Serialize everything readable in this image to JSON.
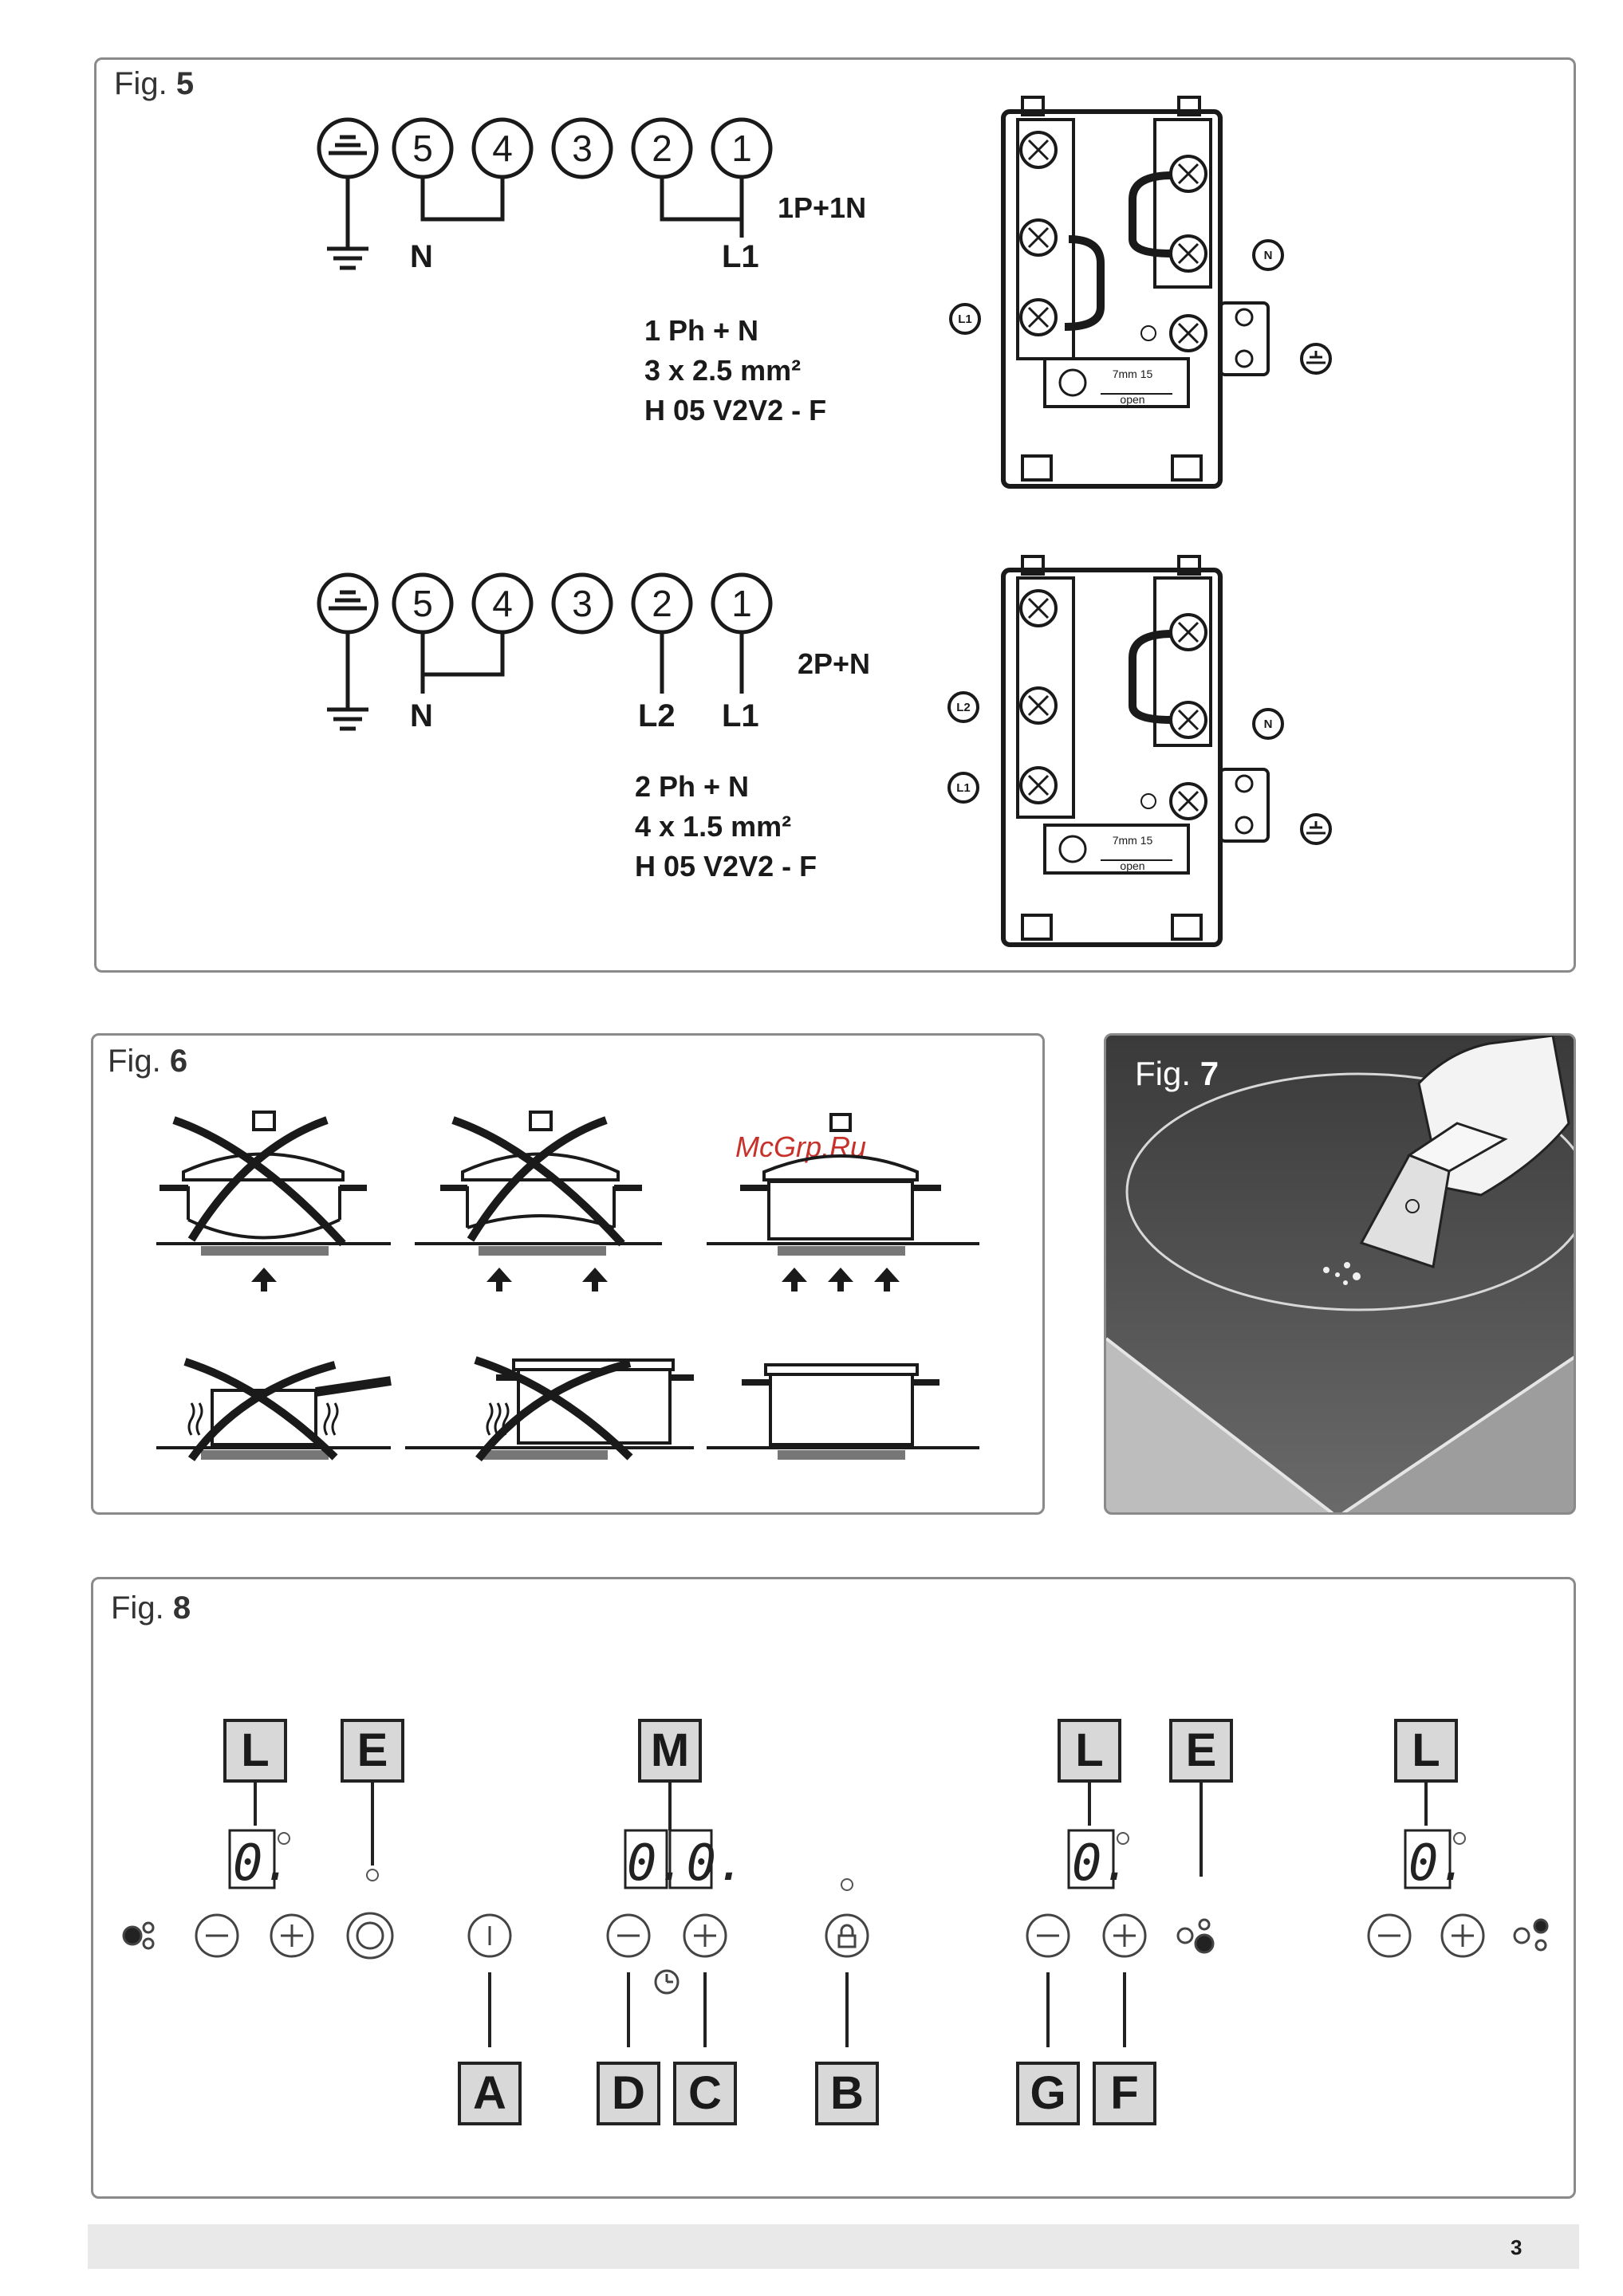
{
  "fig5": {
    "label": "Fig.",
    "number": "5",
    "wiring1": {
      "terminals": [
        "5",
        "4",
        "3",
        "2",
        "1"
      ],
      "bottom_labels": [
        "N",
        "L1"
      ],
      "connection": "1P+1N",
      "spec_lines": [
        "1 Ph + N",
        "3 x 2.5 mm²",
        "H 05 V2V2 - F"
      ],
      "block_markers": [
        "L1",
        "N"
      ]
    },
    "wiring2": {
      "terminals": [
        "5",
        "4",
        "3",
        "2",
        "1"
      ],
      "bottom_labels": [
        "N",
        "L2",
        "L1"
      ],
      "connection": "2P+N",
      "spec_lines": [
        "2 Ph + N",
        "4 x 1.5 mm²",
        "H 05 V2V2 - F"
      ],
      "block_markers": [
        "L2",
        "L1",
        "N"
      ]
    },
    "block_open_label": "open",
    "block_strip_label": "7mm 15"
  },
  "fig6": {
    "label": "Fig.",
    "number": "6",
    "illustrations": [
      {
        "name": "pot-convex-base",
        "status": "incorrect"
      },
      {
        "name": "pot-concave-base",
        "status": "incorrect"
      },
      {
        "name": "pot-flat-base",
        "status": "correct"
      },
      {
        "name": "pan-too-small",
        "status": "incorrect"
      },
      {
        "name": "pan-off-center",
        "status": "incorrect"
      },
      {
        "name": "pan-correct-size",
        "status": "correct"
      }
    ]
  },
  "fig7": {
    "label": "Fig.",
    "number": "7"
  },
  "watermark": "McGrp.Ru",
  "fig8": {
    "label": "Fig.",
    "number": "8",
    "top_keys": [
      "L",
      "E",
      "M",
      "L",
      "E",
      "L"
    ],
    "bottom_keys": [
      "A",
      "D",
      "C",
      "B",
      "G",
      "F"
    ],
    "displays": [
      "0.",
      "0.0.",
      "0.",
      "0."
    ],
    "controls": [
      "zone-indicator-icon",
      "minus-button",
      "plus-button",
      "hob-function-button",
      "power-button",
      "timer-minus-button",
      "timer-plus-button",
      "lock-button",
      "minus-button",
      "plus-button",
      "zone-indicator-icon",
      "minus-button",
      "plus-button",
      "zone-indicator-icon"
    ]
  },
  "page_number": "3"
}
